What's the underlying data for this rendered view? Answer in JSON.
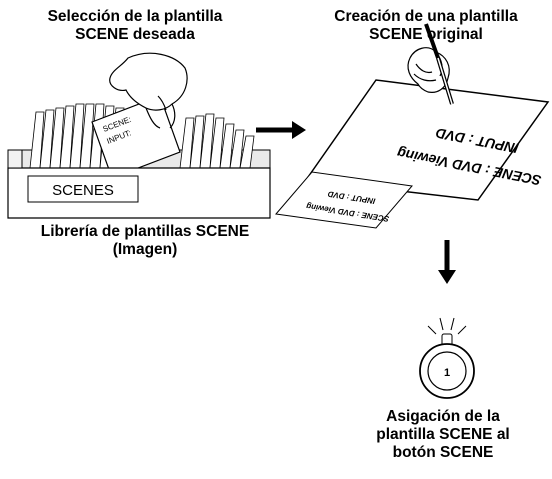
{
  "captions": {
    "select": "Selección de la plantilla\nSCENE deseada",
    "create": "Creación de una plantilla\nSCENE original",
    "library": "Librería de plantillas SCENE\n(Imagen)",
    "assign": "Asigación de la\nplantilla SCENE al\nbotón SCENE"
  },
  "box": {
    "label": "SCENES"
  },
  "picked_card": {
    "line1": "SCENE:",
    "line2": "INPUT:"
  },
  "large_template": {
    "line1": "SCENE : DVD Viewing",
    "line2": "INPUT : DVD"
  },
  "small_template": {
    "line1": "SCENE : DVD Viewing",
    "line2": "INPUT : DVD"
  },
  "button": {
    "number": "1"
  }
}
